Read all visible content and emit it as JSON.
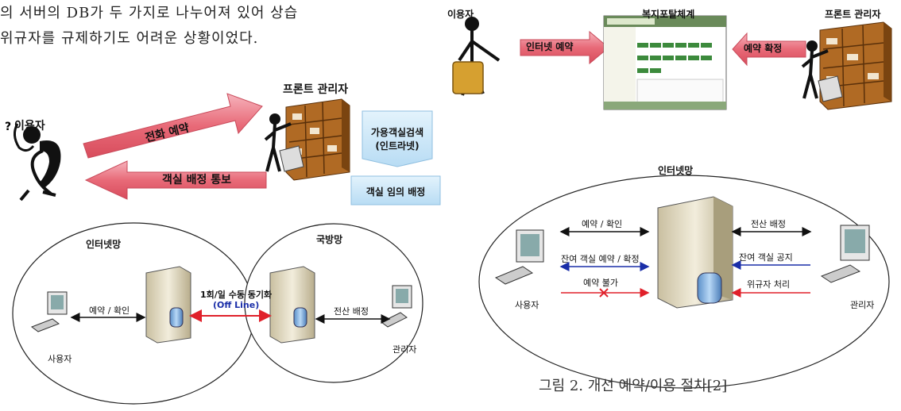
{
  "paragraph": {
    "line1": "의 서버의 DB가 두 가지로 나누어져 있어 상습",
    "line2": "위규자를 규제하기도 어려운 상황이었다."
  },
  "old_process": {
    "user_label": "이용자",
    "front_admin_label": "프론트 관리자",
    "phone_reservation": "전화 예약",
    "room_assignment_notice": "객실 배정 통보",
    "search_box_line1": "가용객실검색",
    "search_box_line2": "(인트라넷)",
    "random_assign_box": "객실 임의 배정",
    "internet_net": "인터넷망",
    "defense_net": "국방망",
    "reserve_confirm": "예약 / 확인",
    "sync_line1": "1회/일 수동 동기화",
    "sync_line2": "(Off Line)",
    "computer_assign": "전산 배정",
    "user_node": "사용자",
    "admin_node": "관리자"
  },
  "new_process": {
    "user_label": "이용자",
    "portal_label": "복지포탈체계",
    "front_admin_label": "프론트 관리자",
    "internet_reservation": "인터넷 예약",
    "reservation_confirm": "예약 확정",
    "internet_net": "인터넷망",
    "reserve_confirm": "예약 / 확인",
    "remaining_reserve": "잔여 객실 예약 / 확정",
    "reserve_unavailable": "예약 불가",
    "computer_assign": "전산 배정",
    "remaining_notice": "잔여 객실 공지",
    "violator_processing": "위규자 처리",
    "user_node": "사용자",
    "admin_node": "관리자"
  },
  "caption": "그림 2. 개선 예약/이용 절차[2]",
  "colors": {
    "pink_arrow": "#e86a78",
    "blue_line": "#1a2ea8",
    "red_line": "#e0202a",
    "box_fill": "#c9e6f8",
    "shelf_brown": "#9a5a1c"
  }
}
